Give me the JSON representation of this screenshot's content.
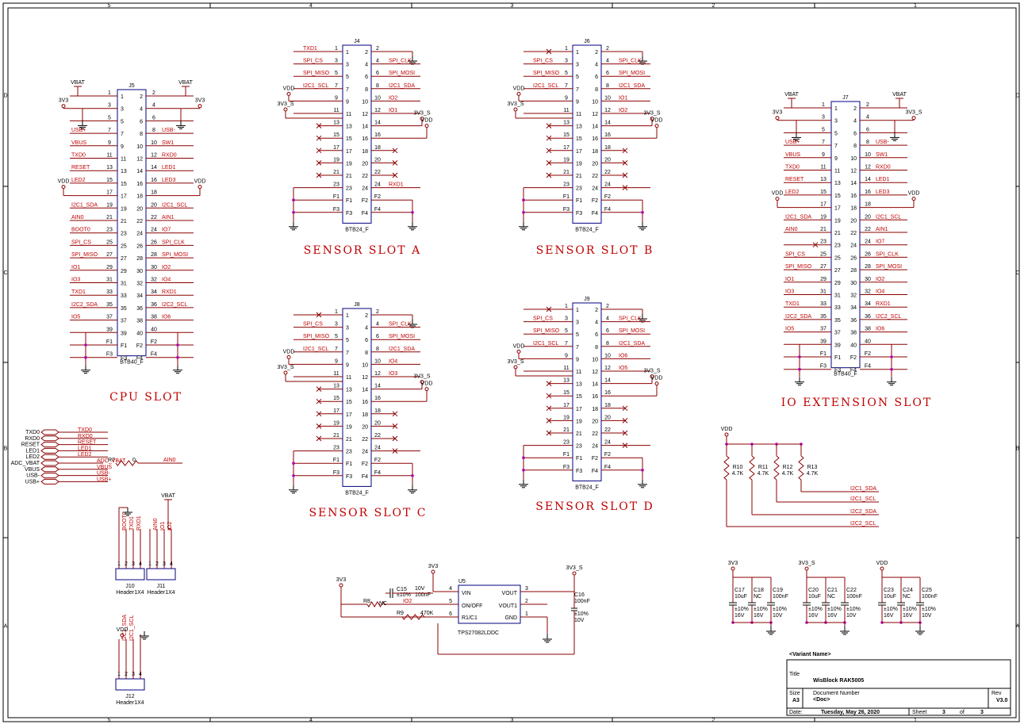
{
  "border": {
    "cols": [
      "5",
      "4",
      "3",
      "2",
      "1"
    ],
    "rows": [
      "D",
      "C",
      "B",
      "A"
    ]
  },
  "titles": {
    "cpu": "CPU  SLOT",
    "a": "SENSOR  SLOT  A",
    "b": "SENSOR  SLOT  B",
    "c": "SENSOR  SLOT  C",
    "d": "SENSOR  SLOT  D",
    "io": "IO  EXTENSION  SLOT"
  },
  "connectors": {
    "j5": {
      "ref": "J5",
      "part": "BTB40_F"
    },
    "j4": {
      "ref": "J4",
      "part": "BTB24_F"
    },
    "j6": {
      "ref": "J6",
      "part": "BTB24_F"
    },
    "j8": {
      "ref": "J8",
      "part": "BTB24_F"
    },
    "j9": {
      "ref": "J9",
      "part": "BTB24_F"
    },
    "j7": {
      "ref": "J7",
      "part": "BTB40_F"
    }
  },
  "cpu_left": [
    "",
    "",
    "",
    "USB+",
    "VBUS",
    "TXD0",
    "RESET",
    "LED2",
    "",
    "I2C1_SDA",
    "AIN0",
    "BOOT0",
    "SPI_CS",
    "SPI_MISO",
    "IO1",
    "IO3",
    "TXD1",
    "I2C2_SDA",
    "IO5"
  ],
  "cpu_right": [
    "",
    "",
    "",
    "USB-",
    "SW1",
    "RXD0",
    "LED1",
    "LED3",
    "",
    "I2C1_SCL",
    "AIN1",
    "IO7",
    "SPI_CLK",
    "SPI_MOSI",
    "IO2",
    "IO4",
    "RXD1",
    "I2C2_SCL",
    "IO6"
  ],
  "io_left": [
    "",
    "",
    "",
    "USB+",
    "VBUS",
    "TXD0",
    "RESET",
    "LED2",
    "",
    "I2C1_SDA",
    "AIN0",
    "",
    "SPI_CS",
    "SPI_MISO",
    "IO1",
    "IO3",
    "TXD1",
    "I2C2_SDA",
    "IO5"
  ],
  "io_right": [
    "",
    "",
    "",
    "USB-",
    "SW1",
    "RXD0",
    "LED1",
    "LED3",
    "",
    "I2C1_SCL",
    "AIN1",
    "IO7",
    "SPI_CLK",
    "SPI_MOSI",
    "IO2",
    "IO4",
    "RXD1",
    "I2C2_SCL",
    "IO6"
  ],
  "slot_a": {
    "left": [
      "TXD1",
      "SPI_CS",
      "SPI_MISO",
      "I2C1_SCL"
    ],
    "right": [
      "",
      "SPI_CLK",
      "SPI_MOSI",
      "I2C1_SDA",
      "IO2",
      "IO1"
    ],
    "r24": "RXD1"
  },
  "slot_b": {
    "left": [
      "",
      "SPI_CS",
      "SPI_MISO",
      "I2C1_SCL"
    ],
    "right": [
      "",
      "SPI_CLK",
      "SPI_MOSI",
      "I2C1_SDA",
      "IO1",
      "IO2"
    ],
    "r24": ""
  },
  "slot_c": {
    "left": [
      "",
      "SPI_CS",
      "SPI_MISO",
      "I2C1_SCL"
    ],
    "right": [
      "",
      "SPI_CLK",
      "SPI_MOSI",
      "I2C1_SDA",
      "IO4",
      "IO3"
    ],
    "r24": ""
  },
  "slot_d": {
    "left": [
      "",
      "SPI_CS",
      "SPI_MISO",
      "I2C1_SCL"
    ],
    "right": [
      "",
      "SPI_CLK",
      "SPI_MOSI",
      "I2C1_SDA",
      "IO6",
      "IO5"
    ],
    "r24": ""
  },
  "power": {
    "vbat": "VBAT",
    "v33": "3V3",
    "v33s": "3V3_S",
    "vdd": "VDD"
  },
  "netlist": {
    "names": [
      "TXD0",
      "RXD0",
      "RESET",
      "LED1",
      "LED2",
      "ADC_VBAT",
      "VBUS",
      "USB-",
      "USB+"
    ],
    "labels": [
      "TXD0",
      "RXD0",
      "RESET",
      "LED1",
      "LED2",
      "ADC_VBAT",
      "VBUS",
      "USB-",
      "USB+"
    ],
    "r7": "R7",
    "r7v": "0",
    "ain0": "AIN0"
  },
  "headers": {
    "j10": {
      "ref": "J10",
      "part": "Header1X4",
      "nets": [
        "BOOT0",
        "TXD1",
        "RXD1"
      ]
    },
    "j11": {
      "ref": "J11",
      "part": "Header1X4",
      "nets": [
        "AIN0",
        "IO1",
        "IO2"
      ]
    },
    "j12": {
      "ref": "J12",
      "part": "Header1X4",
      "nets": [
        "I2C1_SDA",
        "I2C1_SCL"
      ]
    },
    "vbat": "VBAT",
    "vdd": "VDD"
  },
  "pullups": {
    "refs": [
      "R10",
      "R11",
      "R12",
      "R13"
    ],
    "value": "4.7K",
    "nets": [
      "I2C1_SDA",
      "I2C1_SCL",
      "I2C2_SDA",
      "I2C2_SCL"
    ]
  },
  "regulator": {
    "ref": "U5",
    "part": "TPS27082LDDC",
    "pins": [
      "VIN",
      "ON/OFF",
      "R1/C1",
      "VOUT",
      "VOUT1",
      "GND"
    ],
    "c15": "C15",
    "c15v": "10V",
    "c15t": "±10%",
    "c15c": "100nF",
    "c16": "C16",
    "c16c": "100nF",
    "c16t": "±10%",
    "c16v": "10V",
    "r8": "R8",
    "r8v": "NC",
    "r9": "R9",
    "r9v": "470K",
    "io2": "IO2"
  },
  "decoupling": [
    {
      "rail": "3V3",
      "caps": [
        {
          "ref": "C17",
          "val": "10uF",
          "tol": "±10%",
          "v": "16V"
        },
        {
          "ref": "C18",
          "val": "NC",
          "tol": "±10%",
          "v": "16V"
        },
        {
          "ref": "C19",
          "val": "100nF",
          "tol": "±10%",
          "v": "10V"
        }
      ]
    },
    {
      "rail": "3V3_S",
      "caps": [
        {
          "ref": "C20",
          "val": "10uF",
          "tol": "±10%",
          "v": "16V"
        },
        {
          "ref": "C21",
          "val": "NC",
          "tol": "±10%",
          "v": "16V"
        },
        {
          "ref": "C22",
          "val": "100nF",
          "tol": "±10%",
          "v": "10V"
        }
      ]
    },
    {
      "rail": "VDD",
      "caps": [
        {
          "ref": "C23",
          "val": "10uF",
          "tol": "±10%",
          "v": "16V"
        },
        {
          "ref": "C24",
          "val": "NC",
          "tol": "±10%",
          "v": "16V"
        },
        {
          "ref": "C25",
          "val": "100nF",
          "tol": "±10%",
          "v": "10V"
        }
      ]
    }
  ],
  "titleblock": {
    "variant": "<Variant Name>",
    "title_l": "Title",
    "title": "WisBlock RAK5005",
    "size_l": "Size",
    "size": "A3",
    "doc_l": "Document  Number",
    "doc": "<Doc>",
    "rev_l": "Rev",
    "rev": "V3.0",
    "date_l": "Date:",
    "date": "Tuesday, May 26, 2020",
    "sheet_l": "Sheet",
    "sheet": "3",
    "of_l": "of",
    "of": "3"
  }
}
